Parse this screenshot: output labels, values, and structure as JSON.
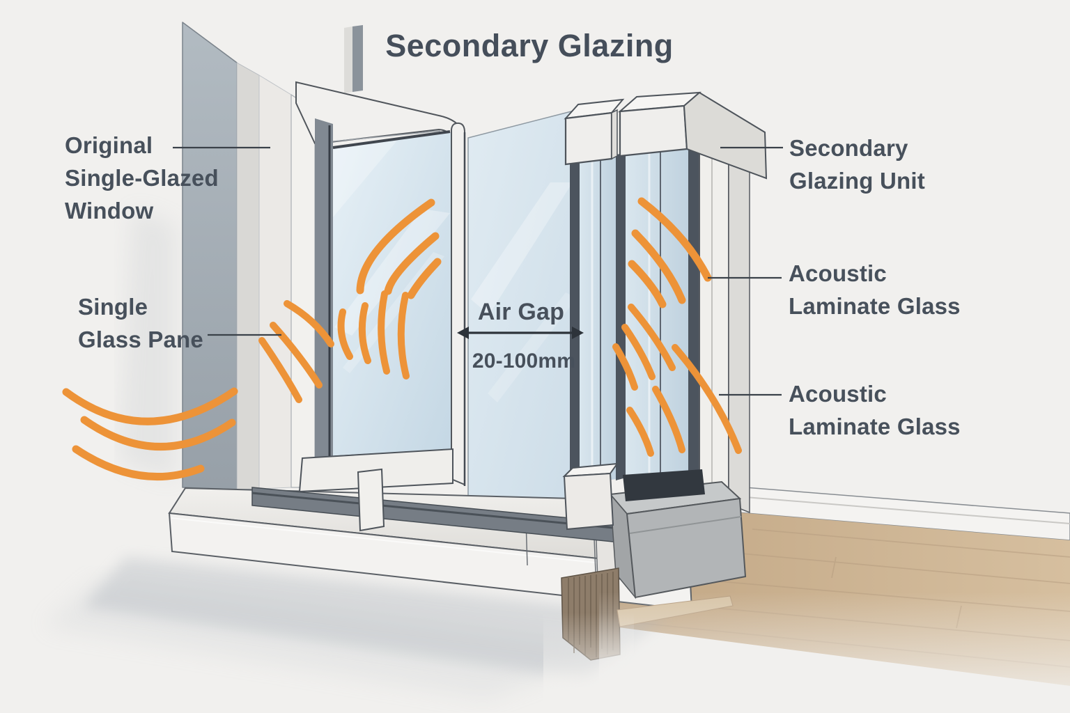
{
  "title": "Secondary Glazing",
  "annotations": {
    "original_window": {
      "text": "Original\nSingle-Glazed\nWindow"
    },
    "single_glass_pane": {
      "text": "Single\nGlass Pane"
    },
    "air_gap": {
      "label": "Air Gap",
      "range": "20-100mm"
    },
    "secondary_unit": {
      "text": "Secondary\nGlazing Unit"
    },
    "acoustic_glass_top": {
      "text": "Acoustic\nLaminate Glass"
    },
    "acoustic_glass_bottom": {
      "text": "Acoustic\nLaminate Glass"
    }
  },
  "colors": {
    "background": "#f1f0ee",
    "text": "#47505b",
    "sound_wave_orange": "#ed9338",
    "glass_blue": "#d6e4ee",
    "wall_gray": "#a4adb5",
    "outline": "#4a5057",
    "wood_floor": "#c9b08f"
  }
}
